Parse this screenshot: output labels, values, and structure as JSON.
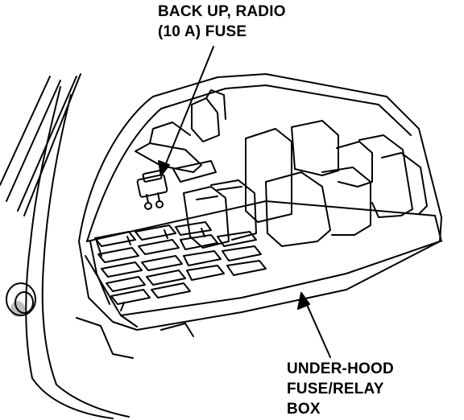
{
  "callouts": {
    "backup_radio_fuse": {
      "line1": "BACK UP, RADIO",
      "line2": "(10 A) FUSE"
    },
    "fuse_box": {
      "line1": "UNDER-HOOD",
      "line2": "FUSE/RELAY",
      "line3": "BOX"
    }
  },
  "colors": {
    "ink": "#000000",
    "paper": "#ffffff"
  }
}
